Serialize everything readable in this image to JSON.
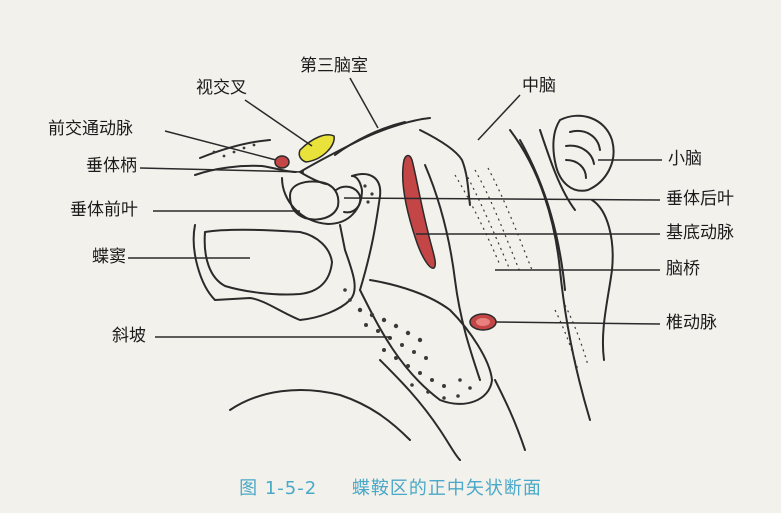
{
  "labels": {
    "optic_chiasm": "视交叉",
    "third_ventricle": "第三脑室",
    "midbrain": "中脑",
    "anterior_communicating_artery": "前交通动脉",
    "pituitary_stalk": "垂体柄",
    "cerebellum": "小脑",
    "anterior_pituitary": "垂体前叶",
    "posterior_pituitary": "垂体后叶",
    "basilar_artery": "基底动脉",
    "sphenoid_sinus": "蝶窦",
    "pons": "脑桥",
    "clivus": "斜坡",
    "vertebral_artery": "椎动脉"
  },
  "caption": {
    "figure_number": "图 1-5-2",
    "title": "蝶鞍区的正中矢状断面"
  },
  "colors": {
    "line": "#2a2a2a",
    "artery_fill": "#c44545",
    "chiasm_fill": "#e8e23a",
    "caption": "#4aa9c8",
    "background": "#f3f1ec"
  }
}
